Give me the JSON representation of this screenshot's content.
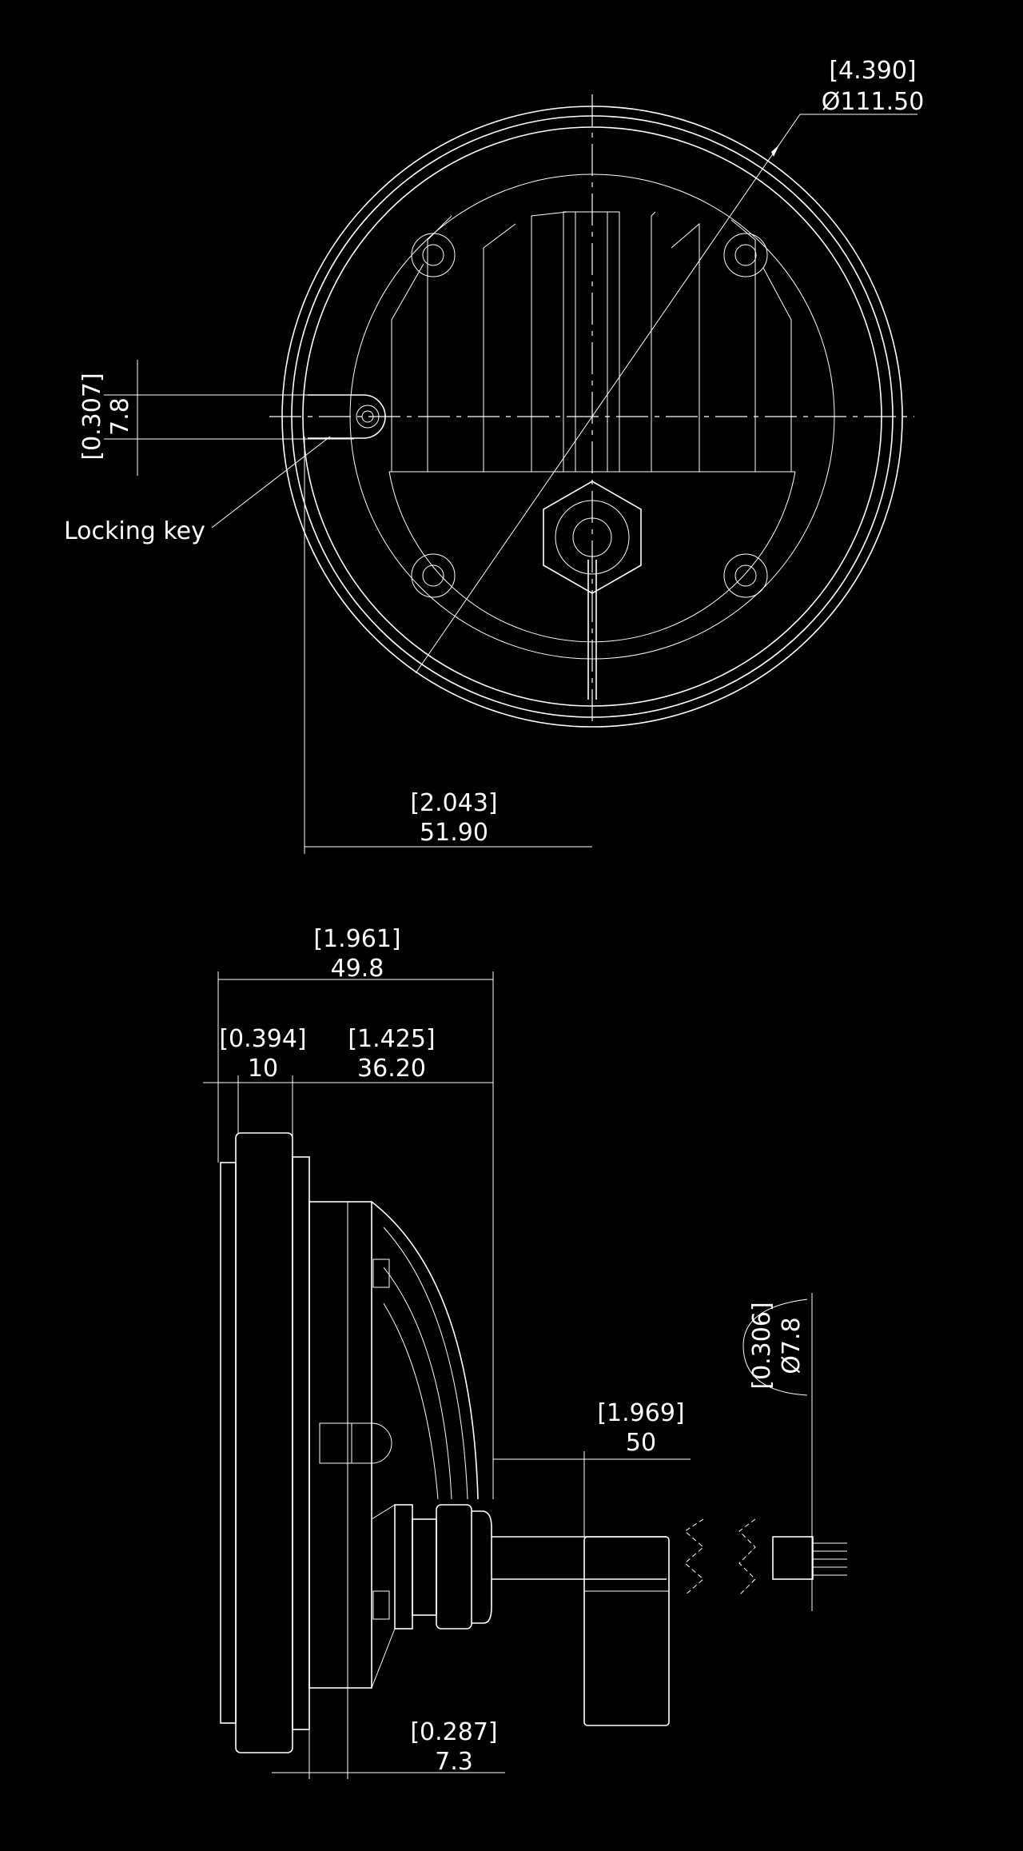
{
  "front_view": {
    "diameter_dim": {
      "inch": "[4.390]",
      "mm": "Ø111.50"
    },
    "key_height_dim": {
      "inch": "[0.307]",
      "mm": "7.8"
    },
    "key_offset_dim": {
      "inch": "[2.043]",
      "mm": "51.90"
    },
    "callout_locking_key": "Locking key"
  },
  "side_view": {
    "overall_depth_dim": {
      "inch": "[1.961]",
      "mm": "49.8"
    },
    "ring_depth_dim": {
      "inch": "[0.394]",
      "mm": "10"
    },
    "body_depth_dim": {
      "inch": "[1.425]",
      "mm": "36.20"
    },
    "cable_tag_dim": {
      "inch": "[1.969]",
      "mm": "50"
    },
    "cable_diameter_dim": {
      "inch": "[0.306]",
      "mm": "Ø7.8"
    },
    "flange_dim": {
      "inch": "[0.287]",
      "mm": "7.3"
    }
  }
}
